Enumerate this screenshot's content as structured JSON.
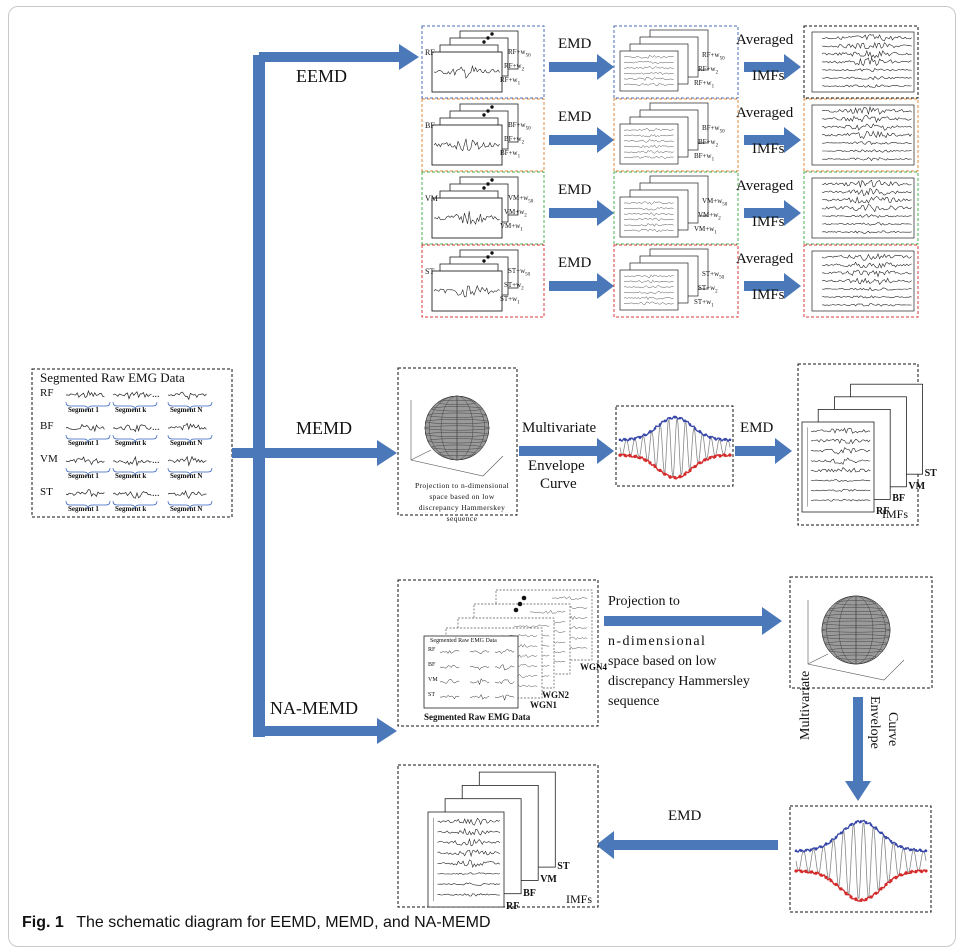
{
  "caption": {
    "label": "Fig. 1",
    "text": "The schematic diagram for EEMD, MEMD, and NA-MEMD"
  },
  "input": {
    "title": "Segmented Raw EMG Data",
    "rows": [
      "RF",
      "BF",
      "VM",
      "ST"
    ],
    "segments": [
      "Segment 1",
      "Segment k",
      "Segment N"
    ],
    "ellipsis": "..."
  },
  "methods": {
    "eemd": "EEMD",
    "memd": "MEMD",
    "namemd": "NA-MEMD"
  },
  "eemd": {
    "rows": [
      {
        "ch": "RF",
        "color": "#4a6fb5"
      },
      {
        "ch": "BF",
        "color": "#e08a3c"
      },
      {
        "ch": "VM",
        "color": "#4caf50"
      },
      {
        "ch": "ST",
        "color": "#d93a3a"
      }
    ],
    "noise_label_top": "+w",
    "noise_sub_top": "50",
    "noise_label_bot": "+w",
    "noise_sub_bot": "2",
    "noise_sub_base": "1",
    "emd": "EMD",
    "averaged_line1": "Averaged",
    "averaged_line2": "IMFs"
  },
  "memd": {
    "projection_text": "Projection to n-dimensional space based on low discrepancy Hammerskey sequence",
    "mv_line1": "Multivariate",
    "mv_line2": "Envelope",
    "mv_line3": "Curve",
    "emd": "EMD",
    "stack_labels": [
      "ST",
      "VM",
      "BF",
      "RF"
    ],
    "imfs": "IMFs"
  },
  "namemd": {
    "inner_title": "Segmented Raw EMG Data",
    "wgn": [
      "WGN4",
      "WGN2",
      "WGN1"
    ],
    "box_caption": "Segmented Raw EMG Data",
    "proj_line1": "Projection to",
    "proj_line2": "n-dimensional",
    "proj_line3": "space based on low",
    "proj_line4": "discrepancy Hammersley",
    "proj_line5": "sequence",
    "mv_vertical": "Multivariate",
    "env_vertical": "Envelope",
    "curve_vertical": "Curve",
    "emd": "EMD",
    "stack_labels": [
      "ST",
      "VM",
      "BF",
      "RF"
    ],
    "imfs": "IMFs"
  },
  "colors": {
    "arrow": "#4a78b8",
    "dash": "#111111",
    "red": "#d42a2a",
    "blue": "#3848a8"
  }
}
